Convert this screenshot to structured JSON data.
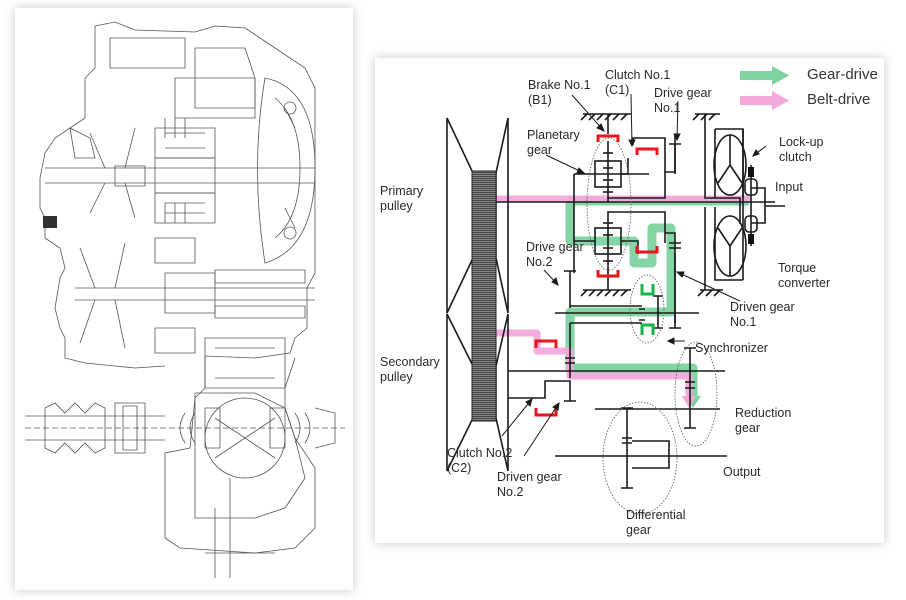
{
  "figures": {
    "left": {
      "description": "Cross-sectional engineering drawing of transmission"
    },
    "right": {
      "legend": [
        {
          "label": "Gear-drive",
          "color": "#7dd3a0"
        },
        {
          "label": "Belt-drive",
          "color": "#f4a8dc"
        }
      ],
      "labels": {
        "brake1": "Brake No.1\n(B1)",
        "clutch1": "Clutch No.1\n(C1)",
        "drive_gear1": "Drive gear\nNo.1",
        "planetary": "Planetary\ngear",
        "primary_pulley": "Primary\npulley",
        "lockup_clutch": "Lock-up\nclutch",
        "input": "Input",
        "drive_gear2": "Drive gear\nNo.2",
        "torque_converter": "Torque\nconverter",
        "driven_gear1": "Driven gear\nNo.1",
        "synchronizer": "Synchronizer",
        "secondary_pulley": "Secondary\npulley",
        "reduction_gear": "Reduction\ngear",
        "clutch2": "Clutch No.2\n(C2)",
        "driven_gear2": "Driven gear\nNo.2",
        "output": "Output",
        "differential": "Differential\ngear"
      },
      "colors": {
        "clutch_red": "#e8141e",
        "synchro_green": "#19b24b",
        "line": "#1a1a1a"
      }
    }
  }
}
